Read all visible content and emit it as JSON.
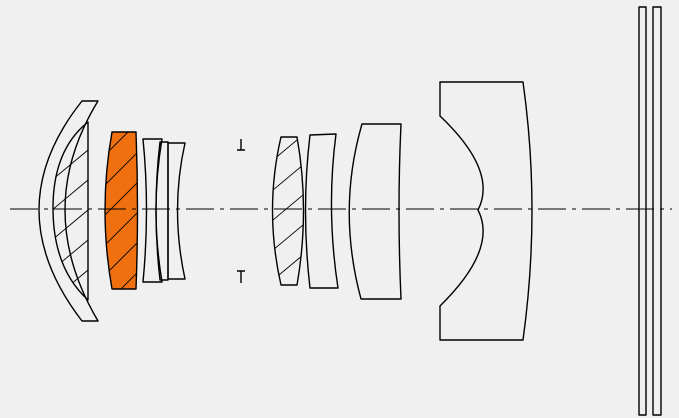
{
  "diagram": {
    "kind": "optical-lens-cross-section",
    "colors": {
      "background": "#f0f0f0",
      "line": "#000000",
      "highlight_element": "#f07010"
    },
    "elements": [
      {
        "id": "L1",
        "shape": "negative-meniscus",
        "hatched": false
      },
      {
        "id": "L2",
        "shape": "plano-convex-aspheric",
        "hatched": true
      },
      {
        "id": "L3",
        "shape": "biconvex-special-glass",
        "hatched": true,
        "highlighted": true
      },
      {
        "id": "L4",
        "shape": "meniscus",
        "hatched": false
      },
      {
        "id": "L5",
        "shape": "biconcave",
        "hatched": false,
        "cemented_with": "L6"
      },
      {
        "id": "L6",
        "shape": "thin-meniscus",
        "hatched": false
      },
      {
        "id": "L7",
        "shape": "biconvex-aspheric",
        "hatched": true
      },
      {
        "id": "L8",
        "shape": "meniscus",
        "hatched": false
      },
      {
        "id": "L9",
        "shape": "meniscus",
        "hatched": false
      },
      {
        "id": "L10",
        "shape": "concave-rear-element",
        "hatched": false
      },
      {
        "id": "F1",
        "shape": "plane-parallel-plate",
        "hatched": false
      },
      {
        "id": "F2",
        "shape": "plane-parallel-plate",
        "hatched": false
      }
    ],
    "aperture_stop": {
      "present": true,
      "symbol": "bracket-marks"
    },
    "optical_axis": {
      "present": true,
      "style": "dash-dot"
    }
  }
}
